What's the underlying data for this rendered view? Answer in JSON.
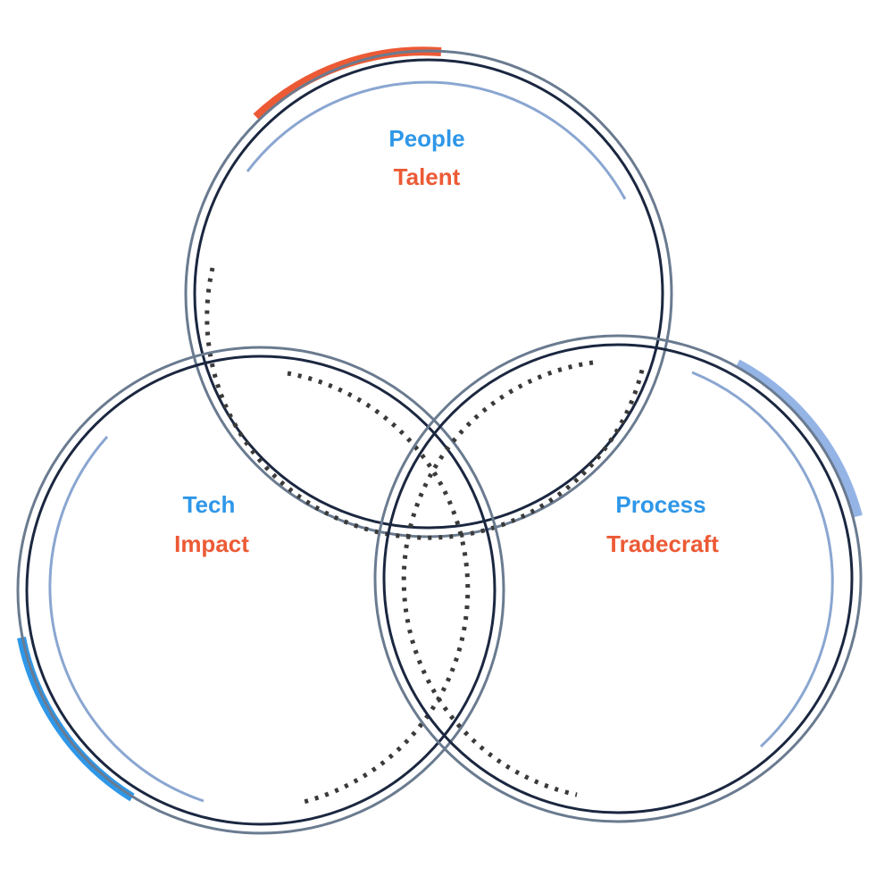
{
  "colors": {
    "primary_label": "#2f97e8",
    "secondary_label": "#ec5a35",
    "outer_ring": "#6a7b90",
    "inner_ring": "#1b2740",
    "thin_arc": "#8aa6d1",
    "dotted_arc": "#3a3a3a",
    "accent_red": "#ec5a35",
    "accent_blue": "#2f97e8",
    "accent_light_blue": "#94b4e6"
  },
  "circles": [
    {
      "id": "people",
      "primary_label": "People",
      "secondary_label": "Talent",
      "accent_color": "#ec5a35"
    },
    {
      "id": "tech",
      "primary_label": "Tech",
      "secondary_label": "Impact",
      "accent_color": "#2f97e8"
    },
    {
      "id": "process",
      "primary_label": "Process",
      "secondary_label": "Tradecraft",
      "accent_color": "#94b4e6"
    }
  ]
}
